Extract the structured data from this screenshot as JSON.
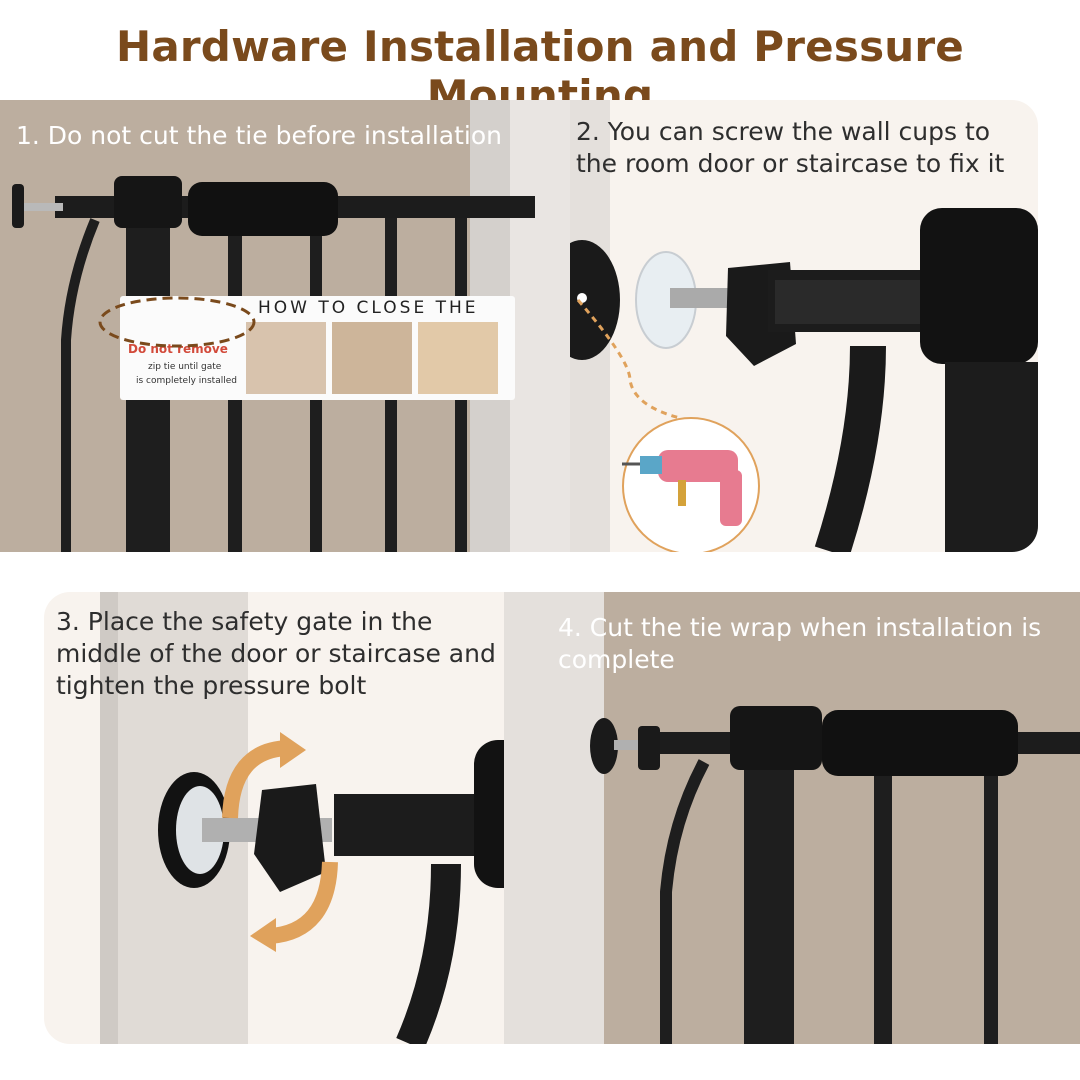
{
  "title": "Hardware Installation and Pressure Mounting",
  "colors": {
    "title": "#7a4a1c",
    "taupe": "#bcae9f",
    "cream": "#f8f3ee",
    "accent": "#e0a25c",
    "gate": "#1c1c1c"
  },
  "steps": [
    {
      "label": "1. Do not cut the tie before installation"
    },
    {
      "label": "2. You can screw the wall cups to the room door or staircase to fix it"
    },
    {
      "label": "3. Place the safety gate in the middle of the door or staircase and tighten the pressure bolt"
    },
    {
      "label": "4. Cut the tie wrap when installation is complete"
    }
  ],
  "tag": {
    "heading": "HOW TO CLOSE THE",
    "warning": "Do not remove",
    "note_line1": "zip tie until gate",
    "note_line2": "is completely installed"
  },
  "icons": [
    "drill-icon",
    "rotate-arrows-icon",
    "wall-cup-icon"
  ]
}
